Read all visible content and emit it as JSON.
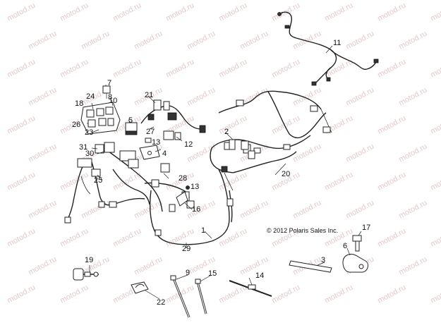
{
  "copyright": "© 2012 Polaris Sales Inc.",
  "watermark": "motod.ru",
  "callouts": [
    {
      "id": "1",
      "label": "1"
    },
    {
      "id": "2",
      "label": "2"
    },
    {
      "id": "3",
      "label": "3"
    },
    {
      "id": "4",
      "label": "4"
    },
    {
      "id": "5",
      "label": "5"
    },
    {
      "id": "6",
      "label": "6"
    },
    {
      "id": "7",
      "label": "7"
    },
    {
      "id": "8",
      "label": "8"
    },
    {
      "id": "9",
      "label": "9"
    },
    {
      "id": "10",
      "label": "10"
    },
    {
      "id": "11",
      "label": "11"
    },
    {
      "id": "12",
      "label": "12"
    },
    {
      "id": "13a",
      "label": "13"
    },
    {
      "id": "13b",
      "label": "13"
    },
    {
      "id": "14",
      "label": "14"
    },
    {
      "id": "15",
      "label": "15"
    },
    {
      "id": "16",
      "label": "16"
    },
    {
      "id": "17",
      "label": "17"
    },
    {
      "id": "18",
      "label": "18"
    },
    {
      "id": "19",
      "label": "19"
    },
    {
      "id": "20",
      "label": "20"
    },
    {
      "id": "21",
      "label": "21"
    },
    {
      "id": "22",
      "label": "22"
    },
    {
      "id": "23",
      "label": "23"
    },
    {
      "id": "24",
      "label": "24"
    },
    {
      "id": "25",
      "label": "25"
    },
    {
      "id": "26",
      "label": "26"
    },
    {
      "id": "27",
      "label": "27"
    },
    {
      "id": "28",
      "label": "28"
    },
    {
      "id": "29",
      "label": "29"
    },
    {
      "id": "30",
      "label": "30"
    },
    {
      "id": "31",
      "label": "31"
    }
  ]
}
